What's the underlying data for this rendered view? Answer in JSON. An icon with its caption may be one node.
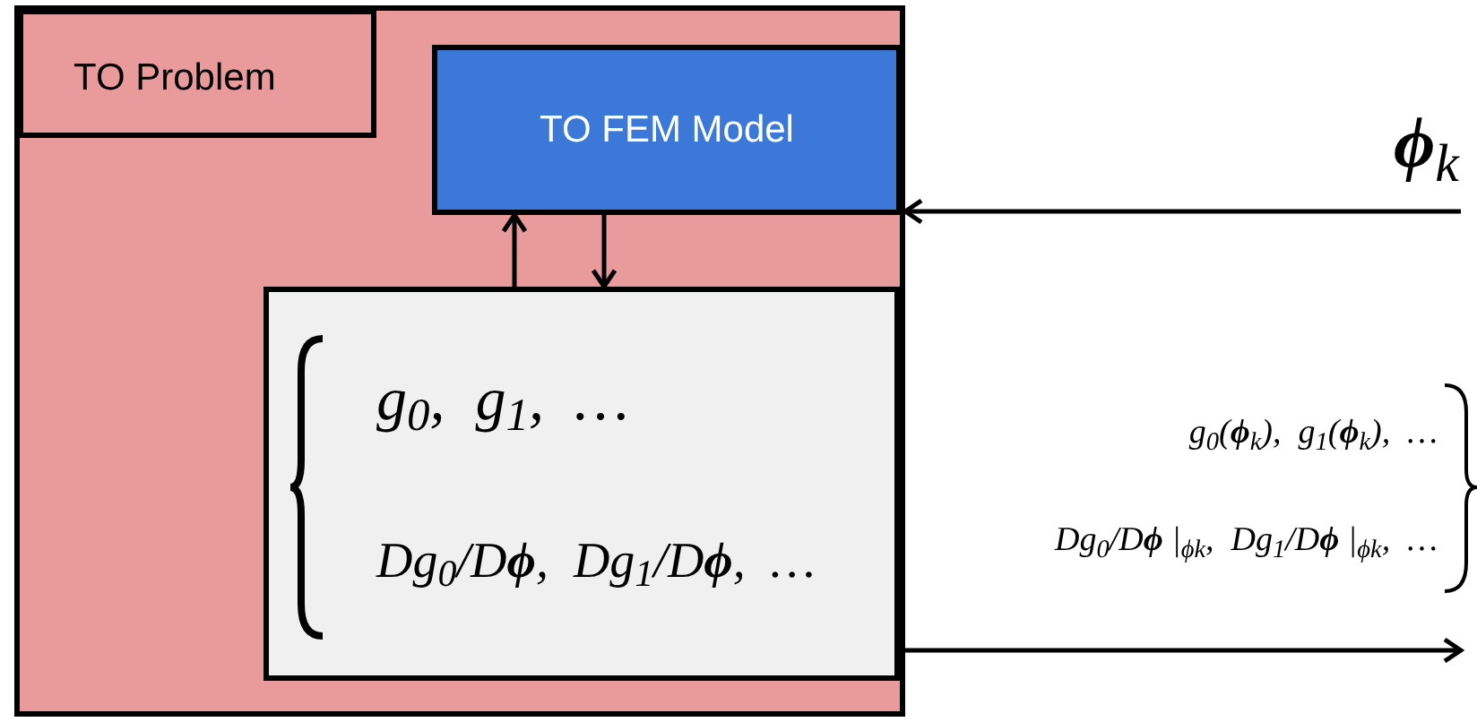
{
  "diagram": {
    "nodes": [
      {
        "text": [
          "TO Problem"
        ]
      },
      {
        "text": [
          "TO FEM Model"
        ],
        "in": 0
      },
      {
        "text": [
          "g$_{0}$,  g$_{1}$,  …",
          "Dg$_{0}$/D**ϕ**,  Dg$_{1}$/D**ϕ**,  …"
        ],
        "in": 0
      }
    ],
    "edges": [
      {
        "from": 2,
        "to": 1,
        "arrow": "to"
      },
      {
        "from": 1,
        "to": 2,
        "arrow": "to"
      },
      {
        "from": null,
        "to": 0,
        "arrow": "to",
        "label": "**ϕ**$_{k}$"
      },
      {
        "from": 0,
        "to": null,
        "arrow": "to"
      }
    ],
    "labels": [
      "g$_{0}$(**ϕ**$_{k}$),  g$_{1}$(**ϕ**$_{k}$),  …",
      "Dg$_{0}$/D**ϕ** |$_{ϕk}$,  Dg$_{1}$/D**ϕ** |$_{ϕk}$,  …"
    ]
  }
}
